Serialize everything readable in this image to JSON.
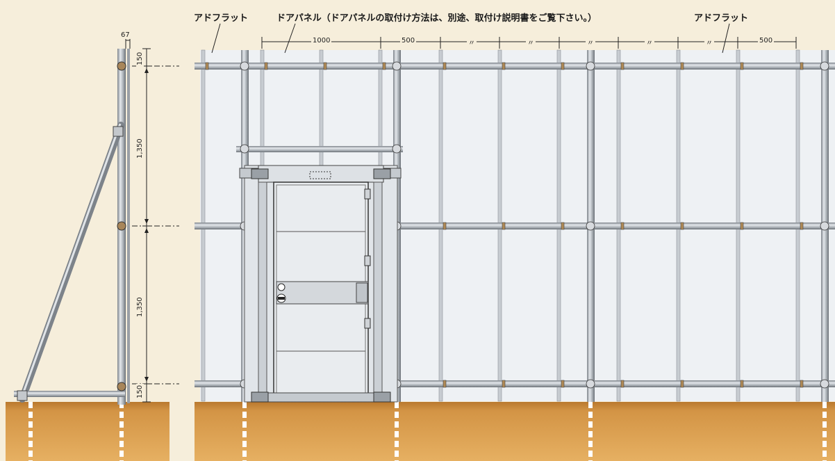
{
  "labels": {
    "left_flat": "アドフラット",
    "door_panel": "ドアパネル（ドアパネルの取付け方法は、別途、取付け説明書をご覧下さい。）",
    "right_flat": "アドフラット"
  },
  "dimensions": {
    "top_spacing": "67",
    "side_top": "150",
    "side_mid1": "1,350",
    "side_mid2": "1,350",
    "side_bottom": "150",
    "span_door": "1000",
    "span_first": "500",
    "span_repeat": "〃",
    "span_last": "500"
  },
  "colors": {
    "background": "#f6eedb",
    "ground_top": "#c98a3c",
    "ground_bottom": "#e2a955",
    "pipe": "#b9bec4",
    "pipe_dark": "#6f757c",
    "panel": "#e9edf1",
    "line": "#222222"
  }
}
